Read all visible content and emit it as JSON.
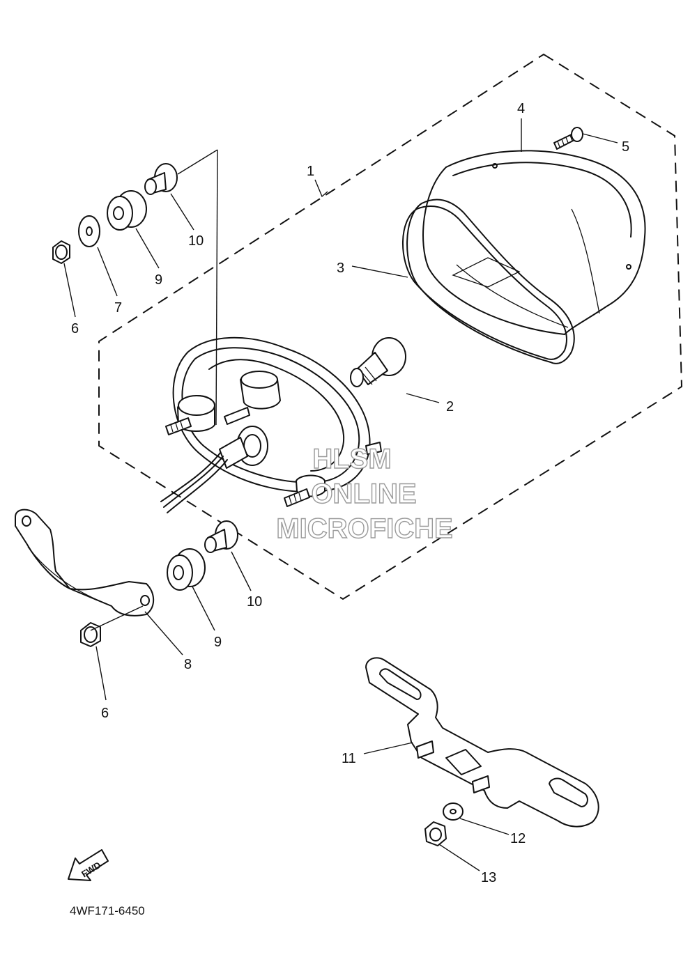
{
  "diagram": {
    "part_code": "4WF171-6450",
    "fwd_label": "FWD",
    "watermark": [
      "HLSM",
      "ONLINE",
      "MICROFICHE"
    ],
    "callouts": [
      {
        "id": "1",
        "text": "1"
      },
      {
        "id": "2",
        "text": "2"
      },
      {
        "id": "3",
        "text": "3"
      },
      {
        "id": "4",
        "text": "4"
      },
      {
        "id": "5",
        "text": "5"
      },
      {
        "id": "6a",
        "text": "6"
      },
      {
        "id": "6b",
        "text": "6"
      },
      {
        "id": "7",
        "text": "7"
      },
      {
        "id": "8",
        "text": "8"
      },
      {
        "id": "9a",
        "text": "9"
      },
      {
        "id": "9b",
        "text": "9"
      },
      {
        "id": "10a",
        "text": "10"
      },
      {
        "id": "10b",
        "text": "10"
      },
      {
        "id": "11",
        "text": "11"
      },
      {
        "id": "12",
        "text": "12"
      },
      {
        "id": "13",
        "text": "13"
      }
    ]
  }
}
